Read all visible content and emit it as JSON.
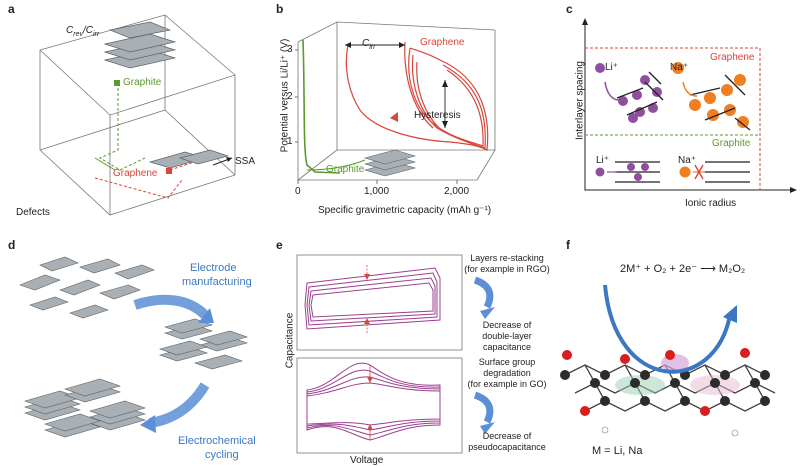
{
  "panels": {
    "a": {
      "letter": "a",
      "z_axis": "C",
      "z_sub1": "rev",
      "z_sep": "/C",
      "z_sub2": "irr",
      "x_axis": "Defects",
      "y_axis": "SSA",
      "graphite": "Graphite",
      "graphene": "Graphene",
      "colors": {
        "graphite": "#5a9a2e",
        "graphene": "#d9463a"
      }
    },
    "b": {
      "letter": "b",
      "y_axis": "Potential versus Li/Li⁺ (V)",
      "x_axis": "Specific gravimetric capacity (mAh g⁻¹)",
      "y_ticks": [
        "1",
        "2",
        "3"
      ],
      "x_ticks": [
        "0",
        "1,000",
        "2,000"
      ],
      "c_irr": "C",
      "c_irr_sub": "irr",
      "graphene": "Graphene",
      "graphite": "Graphite",
      "hysteresis": "Hysteresis"
    },
    "c": {
      "letter": "c",
      "y_axis": "Interlayer spacing",
      "x_axis": "Ionic radius",
      "li": "Li⁺",
      "na": "Na⁺",
      "graphene": "Graphene",
      "graphite": "Graphite",
      "colors": {
        "li": "#8e4f9e",
        "na": "#ef7f22"
      }
    },
    "d": {
      "letter": "d",
      "electrode_1": "Electrode",
      "electrode_2": "manufacturing",
      "electrochem_1": "Electrochemical",
      "electrochem_2": "cycling"
    },
    "e": {
      "letter": "e",
      "y_axis": "Capacitance",
      "x_axis": "Voltage",
      "note1": [
        "Layers re-stacking",
        "(for example in RGO)"
      ],
      "note2": [
        "Decrease of",
        "double-layer",
        "capacitance"
      ],
      "note3": [
        "Surface group",
        "degradation",
        "(for example in GO)"
      ],
      "note4": [
        "Decrease of",
        "pseudocapacitance"
      ]
    },
    "f": {
      "letter": "f",
      "reaction": "2M⁺ + O₂ + 2e⁻ ⟶ M₂O₂",
      "m_eq": "M = Li, Na"
    }
  }
}
